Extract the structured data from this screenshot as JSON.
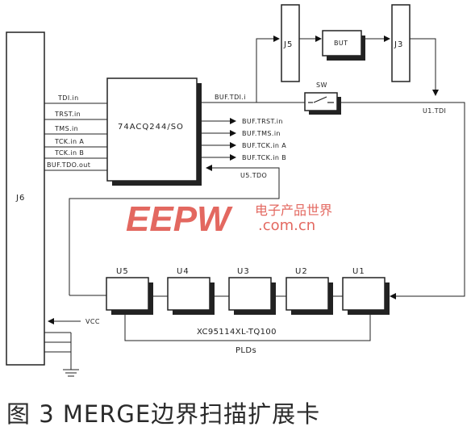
{
  "blocks": {
    "j6": "J6",
    "buffer": "74ACQ244/SO",
    "j5": "J5",
    "but": "BUT",
    "j3": "J3",
    "sw": "SW",
    "u5": "U5",
    "u4": "U4",
    "u3": "U3",
    "u2": "U2",
    "u1": "U1"
  },
  "signals": {
    "tdi_in": "TDI.in",
    "trst_in": "TRST.in",
    "tms_in": "TMS.in",
    "tck_in_a": "TCK.in A",
    "tck_in_b": "TCK.in B",
    "buf_tdo_out": "BUF.TDO.out",
    "buf_tdi_i": "BUF.TDI.i",
    "buf_trst_in": "BUF.TRST.in",
    "buf_tms_in": "BUF.TMS.in",
    "buf_tck_in_a": "BUF.TCK.in A",
    "buf_tck_in_b": "BUF.TCK.in B",
    "u5_tdo": "U5.TDO",
    "u1_tdi": "U1.TDI",
    "vcc": "VCC"
  },
  "pld_part": "XC95114XL-TQ100",
  "pld_label": "PLDs",
  "watermark": {
    "logo": "EEPW",
    "cn": "电子产品世界",
    "url": ".com.cn",
    "color": "#e0584f"
  },
  "caption": "图 3 MERGE边界扫描扩展卡"
}
